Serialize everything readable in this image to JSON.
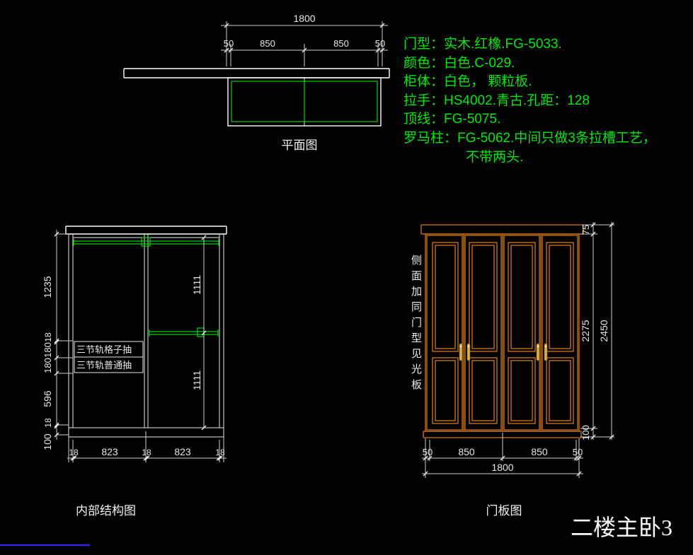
{
  "title": "二楼主卧3",
  "colors": {
    "background": "#000000",
    "line_white": "#e8e8e8",
    "accent_green": "#00d400",
    "wood_orange": "#d2781e",
    "handle_gold": "#d9b24a",
    "viewport_blue": "#2a2ae0"
  },
  "plan_view": {
    "label": "平面图",
    "total_dim": "1800",
    "segment_dims": [
      "50",
      "850",
      "850",
      "50"
    ]
  },
  "spec_notes": {
    "lines": [
      "门型：实木.红橡.FG-5033.",
      "颜色：白色.C-029.",
      "柜体：白色，  颗粒板.",
      "拉手：HS4002.青古.孔距：128",
      "顶线：FG-5075.",
      "罗马柱：FG-5062.中间只做3条拉槽工艺，",
      "不带两头."
    ]
  },
  "internal_view": {
    "label": "内部结构图",
    "left_dims": [
      "1235",
      "18",
      "180",
      "180",
      "596",
      "18",
      "100"
    ],
    "compartment_dims": [
      "1111",
      "1111"
    ],
    "bottom_dims": [
      "18",
      "823",
      "18",
      "823",
      "18"
    ],
    "drawer_labels": [
      "三节轨格子抽",
      "三节轨普通抽"
    ]
  },
  "door_view": {
    "label": "门板图",
    "side_note": "侧面加同门型见光板",
    "right_dims": [
      "75",
      "2275",
      "100"
    ],
    "right_total_dim": "2450",
    "bottom_dims": [
      "50",
      "850",
      "850",
      "50"
    ],
    "bottom_total_dim": "1800"
  }
}
